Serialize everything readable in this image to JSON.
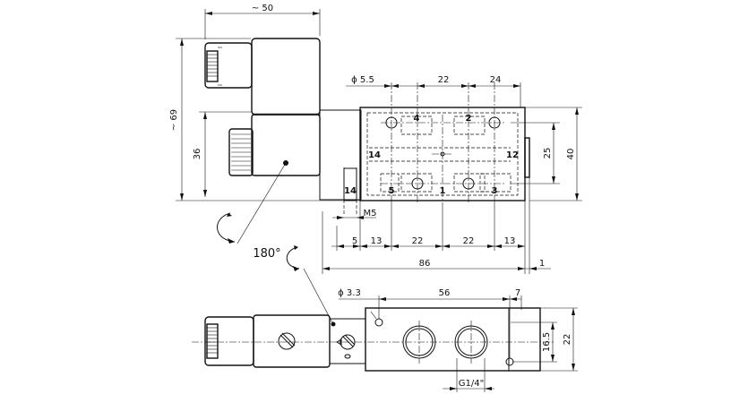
{
  "dimensions": {
    "overall_coil_width": "~ 50",
    "overall_height": "~ 69",
    "coil_height": "36",
    "hole_diameter_top": "ϕ 5.5",
    "port_spacing_a": "22",
    "port_spacing_b": "24",
    "body_height": "40",
    "port_height": "25",
    "pilot_thread": "M5",
    "bottom_5": "5",
    "bottom_13a": "13",
    "bottom_22a": "22",
    "bottom_22b": "22",
    "bottom_13b": "13",
    "total_length": "86",
    "end_offset": "1",
    "hole_diameter_bottom": "ϕ 3.3",
    "mount_spacing": "56",
    "mount_offset": "7",
    "bottom_height": "16.5",
    "bottom_width": "22",
    "thread": "G1/4\""
  },
  "ports": {
    "p4": "4",
    "p2": "2",
    "p14a": "14",
    "p12": "12",
    "p14b": "14",
    "p5": "5",
    "p1": "1",
    "p3": "3"
  },
  "rotation_label": "180°"
}
